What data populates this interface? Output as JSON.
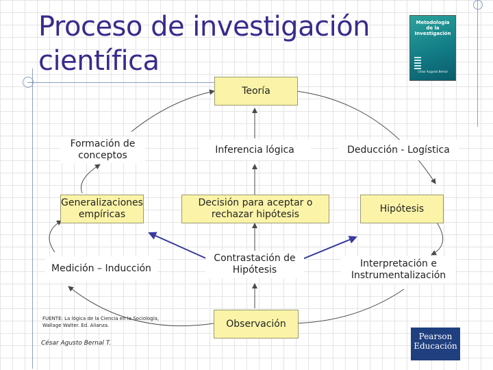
{
  "title": "Proceso de investigación científica",
  "nodes": {
    "teoria": "Teoría",
    "formacion": "Formación de conceptos",
    "inferencia": "Inferencia lógica",
    "deduccion": "Deducción - Logística",
    "generalizaciones": "Generalizaciones empíricas",
    "decision": "Decisión para aceptar o rechazar hipótesis",
    "hipotesis": "Hipótesis",
    "medicion": "Medición – Inducción",
    "contrastacion": "Contrastación de Hipótesis",
    "interpretacion": "Interpretación e Instrumentalización",
    "observacion": "Observación"
  },
  "source": "FUENTE: La lógica de la Ciencia en la Sociología, Wallage Walter. Ed. Alianza.",
  "author": "César Agusto Bernal T.",
  "book_cover": {
    "title": "Metodología de la Investigación",
    "author": "César Augusto Bernal"
  },
  "publisher_logo": [
    "Pearson",
    "Educación"
  ],
  "colors": {
    "title": "#3a2a8c",
    "node_fill": "#fbf4a8",
    "arrow": "#4a4a4a",
    "accent_arrow": "#3a3aa0",
    "publisher_bg": "#1f3f7f"
  }
}
